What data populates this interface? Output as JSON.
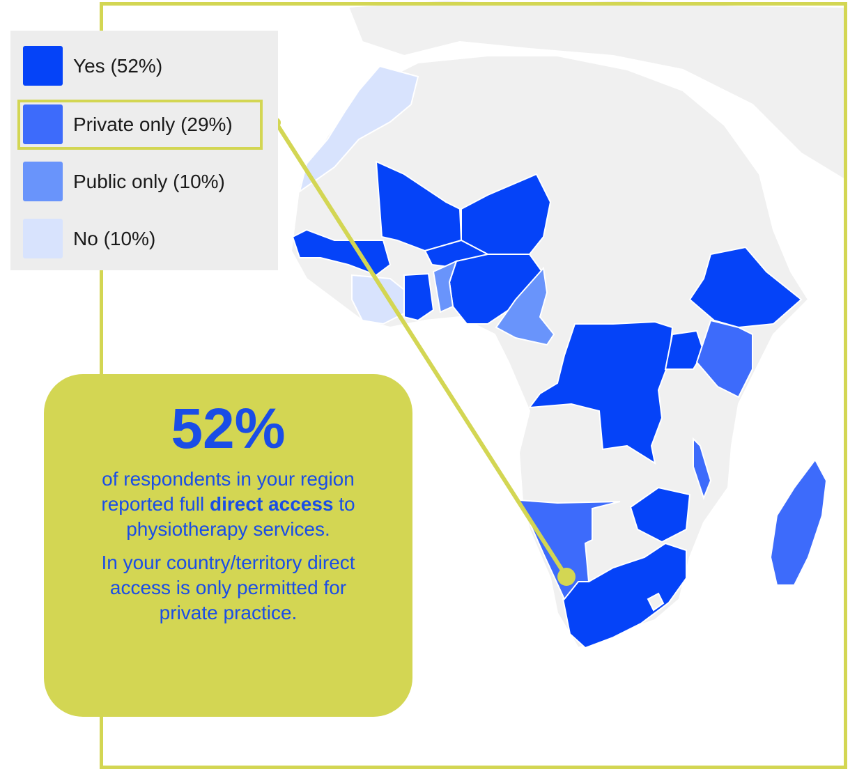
{
  "legend": {
    "items": [
      {
        "key": "yes",
        "label": "Yes (52%)",
        "color": "#0543f8",
        "percent": 52
      },
      {
        "key": "private",
        "label": "Private only (29%)",
        "color": "#3d6bfb",
        "percent": 29
      },
      {
        "key": "public",
        "label": "Public only (10%)",
        "color": "#6994fb",
        "percent": 10
      },
      {
        "key": "no",
        "label": "No (10%)",
        "color": "#d8e3fd",
        "percent": 10
      }
    ],
    "highlighted": "private"
  },
  "callout": {
    "figure": "52%",
    "text1_a": "of respondents in your region reported full ",
    "text1_bold": "direct access",
    "text1_b": " to physiotherapy services.",
    "text2": "In your country/territory direct access is only permitted for private practice."
  },
  "colors": {
    "accent": "#d3d653",
    "land": "#f0f0f0",
    "border": "#ffffff",
    "text_blue": "#1a4de6"
  }
}
